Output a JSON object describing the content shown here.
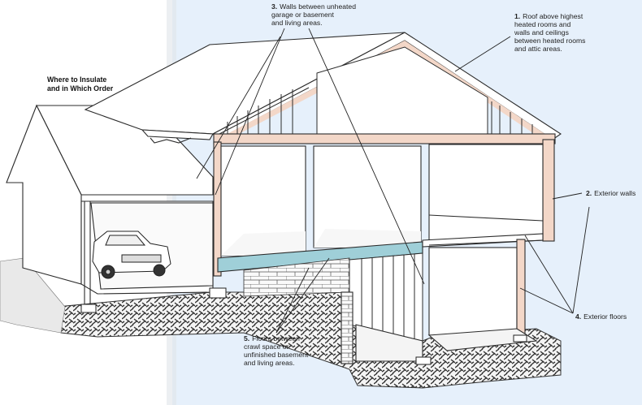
{
  "title": {
    "line1": "Where to Insulate",
    "line2": "and in Which Order"
  },
  "labels": [
    {
      "num": "1.",
      "lines": [
        "Roof above highest",
        "heated rooms and",
        "walls and ceilings",
        "between heated rooms",
        "and attic areas."
      ]
    },
    {
      "num": "2.",
      "lines": [
        "Exterior walls"
      ]
    },
    {
      "num": "3.",
      "lines": [
        "Walls between unheated",
        "garage or basement",
        "and living areas."
      ]
    },
    {
      "num": "4.",
      "lines": [
        "Exterior floors"
      ]
    },
    {
      "num": "5.",
      "lines": [
        "Floors between",
        "crawl space or",
        "unfinished basement",
        "and living areas."
      ]
    }
  ],
  "colors": {
    "page_left": "#ffffff",
    "page_right": "#e6f0fb",
    "insulation_walls": "#f3d7c8",
    "insulation_floor": "#9fcfd8",
    "outline": "#2b2b2b",
    "ground": "#3a3a3a"
  }
}
